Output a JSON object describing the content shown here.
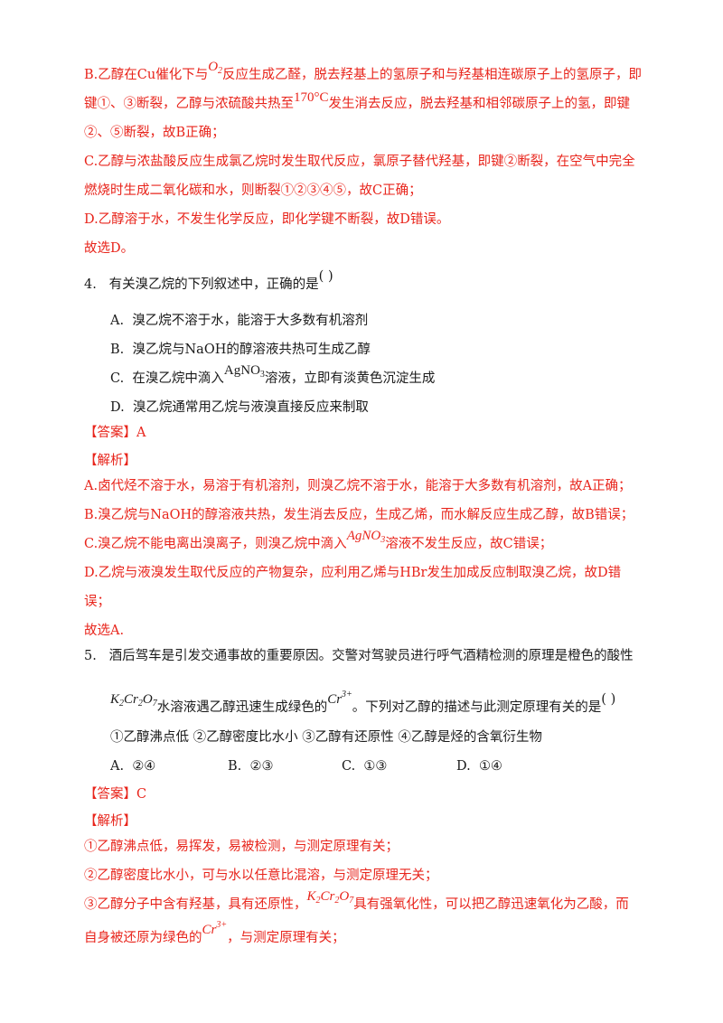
{
  "prev_analysis": {
    "b_part1": "B.乙醇在Cu催化下与",
    "b_o2": "O",
    "b_o2_sub": "2",
    "b_part2": "反应生成乙醛，脱去羟基上的氢原子和与羟基相连碳原子上的氢原子，即",
    "b_line2_a": "键①、③断裂，乙醇与浓硫酸共热至",
    "b_temp": "170°C",
    "b_line2_b": "发生消去反应，脱去羟基和相邻碳原子上的氢，即键",
    "b_line3": "②、⑤断裂，故B正确；",
    "c_line1_a": "C.乙醇与浓盐酸反应生成氯乙烷时发生取代反应，氯原子替代羟基，即键",
    "c_circ": "②",
    "c_line1_b": "断裂，在空气中完全",
    "c_line2_a": "燃烧时生成二氧化碳和水，则断裂",
    "c_circs": "①②③④⑤",
    "c_line2_b": "，故C正确；",
    "d_line": "D.乙醇溶于水，不发生化学反应，即化学键不断裂，故D错误。",
    "conclusion": "故选D。"
  },
  "q4": {
    "number": "4.",
    "stem": "有关溴乙烷的下列叙述中，正确的是",
    "paren": "(    )",
    "options": [
      {
        "label": "A.",
        "text": "溴乙烷不溶于水，能溶于大多数有机溶剂"
      },
      {
        "label": "B.",
        "text": "溴乙烷与NaOH的醇溶液共热可生成乙醇"
      },
      {
        "label": "C.",
        "text_a": "在溴乙烷中滴入",
        "chem": "AgNO",
        "chem_sub": "3",
        "text_b": "溶液，立即有淡黄色沉淀生成"
      },
      {
        "label": "D.",
        "text": "溴乙烷通常用乙烷与液溴直接反应来制取"
      }
    ],
    "answer": "【答案】A",
    "analysis_title": "【解析】",
    "analysis": {
      "a": "A.卤代烃不溶于水，易溶于有机溶剂，则溴乙烷不溶于水，能溶于大多数有机溶剂，故A正确；",
      "b": "B.溴乙烷与NaOH的醇溶液共热，发生消去反应，生成乙烯，而水解反应生成乙醇，故B错误；",
      "c_a": "C.溴乙烷不能电离出溴离子，则溴乙烷中滴入",
      "c_chem": "AgNO",
      "c_chem_sub": "3",
      "c_b": "溶液不发生反应，故C错误；",
      "d1": "D.乙烷与液溴发生取代反应的产物复杂，应利用乙烯与HBr发生加成反应制取溴乙烷，故D错",
      "d2": "误；",
      "conclusion": "故选A."
    }
  },
  "q5": {
    "number": "5.",
    "stem1": "酒后驾车是引发交通事故的重要原因。交警对驾驶员进行呼气酒精检测的原理是橙色的酸性",
    "k": "K",
    "k_sub": "2",
    "cr": "Cr",
    "cr_sub": "2",
    "o": "O",
    "o_sub": "7",
    "stem2_a": "水溶液遇乙醇迅速生成绿色的",
    "ion": "Cr",
    "ion_sup": "3+",
    "stem2_b": "。下列对乙醇的描述与此测定原理有关的是",
    "paren": "(    )",
    "statements": "①乙醇沸点低  ②乙醇密度比水小  ③乙醇有还原性  ④乙醇是烃的含氧衍生物",
    "options": [
      {
        "label": "A.",
        "text": "②④"
      },
      {
        "label": "B.",
        "text": "②③"
      },
      {
        "label": "C.",
        "text": "①③"
      },
      {
        "label": "D.",
        "text": "①④"
      }
    ],
    "answer": "【答案】C",
    "analysis_title": "【解析】",
    "analysis": {
      "s1": "①乙醇沸点低，易挥发，易被检测，与测定原理有关；",
      "s2": "②乙醇密度比水小，可与水以任意比混溶，与测定原理无关；",
      "s3_a": "③乙醇分子中含有羟基，具有还原性，",
      "s3_b": "具有强氧化性，可以把乙醇迅速氧化为乙酸，而",
      "s4_a": "自身被还原为绿色的",
      "s4_b": "，与测定原理有关；"
    }
  },
  "colors": {
    "answer_red": "#e8241b",
    "body_text": "#1a1a1a"
  }
}
